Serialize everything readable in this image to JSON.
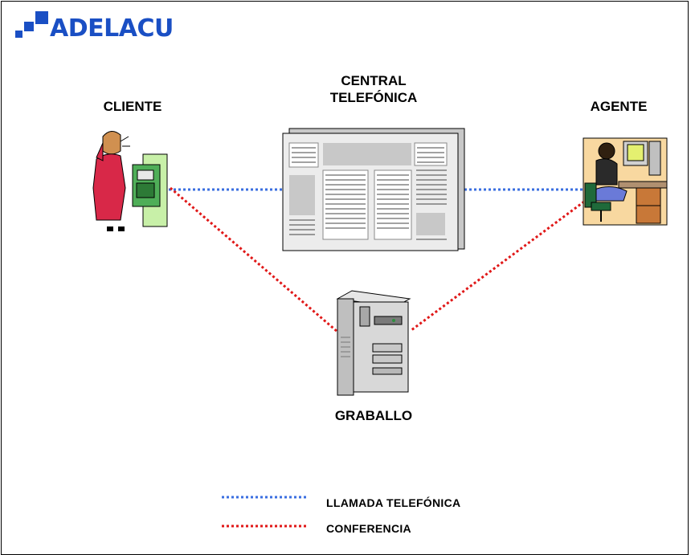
{
  "logo": {
    "text": "ADELACU",
    "color": "#1a4fc4"
  },
  "nodes": {
    "cliente": "CLIENTE",
    "central_line1": "CENTRAL",
    "central_line2": "TELEFÓNICA",
    "agente": "AGENTE",
    "graballo": "GRABALLO"
  },
  "legend": [
    {
      "label": "LLAMADA TELEFÓNICA",
      "color": "#3a6ee0",
      "style": "dotted"
    },
    {
      "label": "CONFERENCIA",
      "color": "#e01818",
      "style": "dotted"
    }
  ],
  "icons": {
    "cliente": "person-on-payphone-icon",
    "central": "telephone-exchange-icon",
    "agente": "agent-at-computer-icon",
    "graballo": "server-tower-icon"
  }
}
